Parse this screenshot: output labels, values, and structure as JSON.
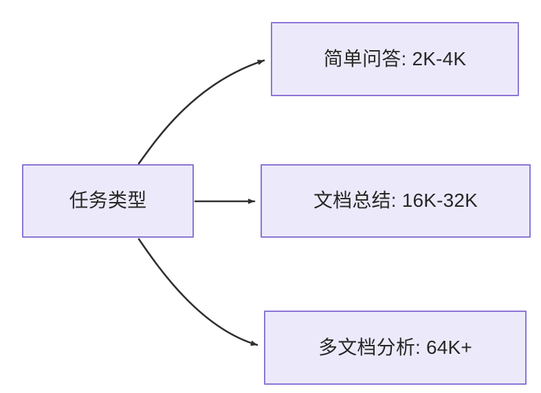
{
  "diagram": {
    "type": "flowchart",
    "direction": "left-to-right",
    "background_color": "#FFFFFF",
    "node_fill_color": "#ECEAFA",
    "node_border_color": "#8C74D6",
    "node_text_color": "#272727",
    "edge_color": "#2F2F2F",
    "nodes": [
      {
        "id": "source",
        "label": "任务类型",
        "role": "root"
      },
      {
        "id": "simple-qa",
        "label": "简单问答: 2K-4K",
        "role": "leaf"
      },
      {
        "id": "doc-summary",
        "label": "文档总结: 16K-32K",
        "role": "leaf"
      },
      {
        "id": "multi-doc",
        "label": "多文档分析: 64K+",
        "role": "leaf"
      }
    ],
    "edges": [
      {
        "id": "edge-source-to-simple-qa",
        "from": "source",
        "to": "simple-qa",
        "shape": "curved",
        "label": ""
      },
      {
        "id": "edge-source-to-doc-summary",
        "from": "source",
        "to": "doc-summary",
        "shape": "straight",
        "label": ""
      },
      {
        "id": "edge-source-to-multi-doc",
        "from": "source",
        "to": "multi-doc",
        "shape": "curved",
        "label": ""
      }
    ]
  }
}
